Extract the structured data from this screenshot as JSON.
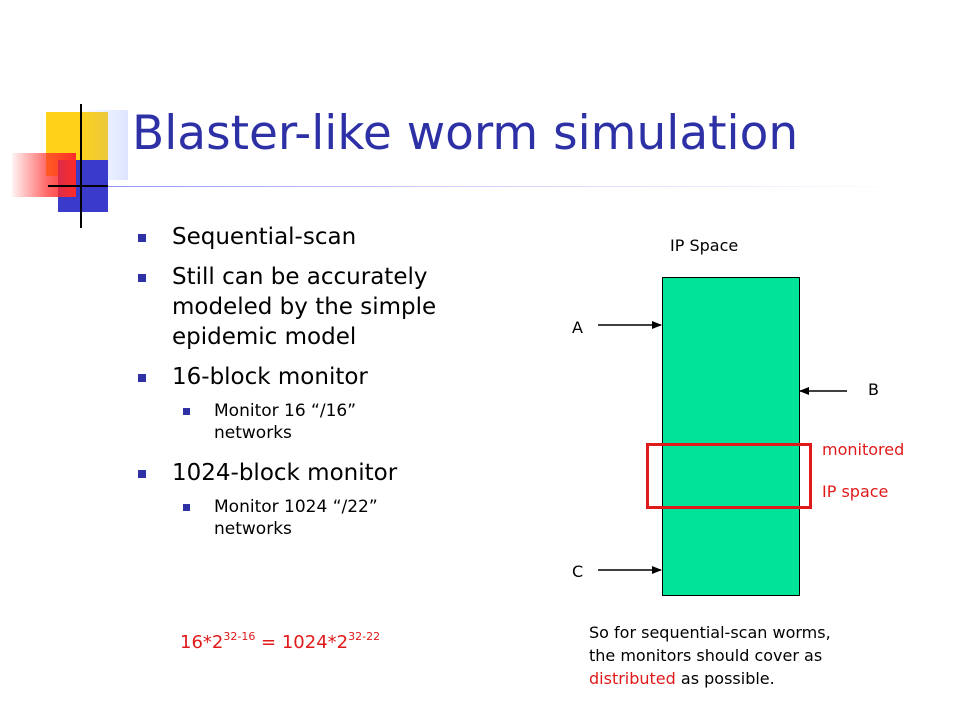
{
  "slide": {
    "title": "Blaster-like worm simulation",
    "bullets": [
      {
        "text": "Sequential-scan"
      },
      {
        "text": "Still can be accurately modeled by the simple epidemic model"
      },
      {
        "text": "16-block monitor",
        "sub": {
          "line1": "Monitor 16 “/16”",
          "line2": "networks"
        }
      },
      {
        "text": "1024-block monitor",
        "sub": {
          "line1": "Monitor 1024 “/22”",
          "line2": "networks"
        }
      }
    ],
    "equation": {
      "left_base": "16*2",
      "left_exp": "32-16",
      "equals": " = 1024*2",
      "right_exp": "32-22"
    }
  },
  "diagram": {
    "ip_space_label": "IP Space",
    "label_a": "A",
    "label_b": "B",
    "label_c": "C",
    "monitored_line1": "monitored",
    "monitored_line2": "IP space",
    "colors": {
      "ip_space_fill": "#00e49a",
      "monitor_border": "#e01a1a",
      "title": "#2e31a6"
    }
  },
  "note": {
    "line1": "So for sequential-scan worms,",
    "line2": "the monitors should cover as",
    "highlight": "distributed",
    "line3_rest": " as possible."
  }
}
